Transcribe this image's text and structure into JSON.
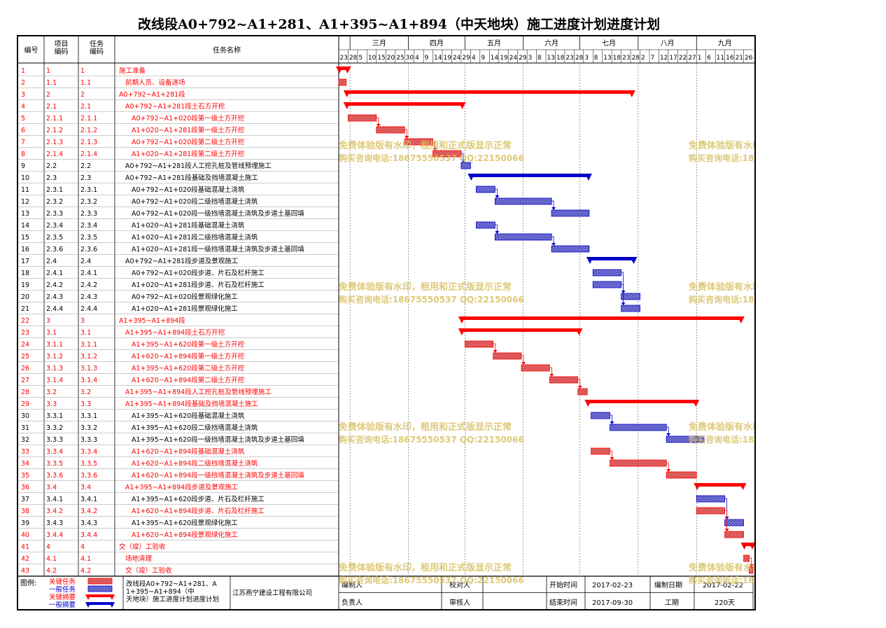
{
  "title": "改线段A0+792~A1+281、A1+395~A1+894（中天地块）施工进度计划进度计划",
  "headers": {
    "id": "编号",
    "code1": "项目编码",
    "code2": "任务编码",
    "name": "任务名称"
  },
  "months": [
    "三月",
    "四月",
    "五月",
    "六月",
    "七月",
    "八月",
    "九月"
  ],
  "day_ticks": [
    "23",
    "28",
    "5",
    "10",
    "15",
    "20",
    "25",
    "30",
    "4",
    "9",
    "14",
    "19",
    "24",
    "29",
    "4",
    "9",
    "14",
    "19",
    "24",
    "29",
    "3",
    "8",
    "13",
    "18",
    "23",
    "28",
    "3",
    "8",
    "13",
    "18",
    "23",
    "28",
    "2",
    "7",
    "12",
    "17",
    "22",
    "27",
    "1",
    "6",
    "11",
    "16",
    "21",
    "26"
  ],
  "legend": {
    "label": "图例:",
    "items": [
      {
        "label": "关键任务",
        "color": "#ff0000"
      },
      {
        "label": "一般任务",
        "color": "#0000cc"
      },
      {
        "label": "关键摘要",
        "color": "#ff0000"
      },
      {
        "label": "一般摘要",
        "color": "#0000cc"
      }
    ]
  },
  "footer": {
    "project_name": "改线段A0+792~A1+281、A1+395~A1+894（中天地块）施工进度计划进度计划",
    "company": "江苏燕宁建设工程有限公司",
    "compiler_label": "编制人",
    "checker_label": "校对人",
    "start_label": "开始时间",
    "start_value": "2017-02-23",
    "date_label": "编制日期",
    "date_value": "2017-02-22",
    "owner_label": "负责人",
    "reviewer_label": "审核人",
    "end_label": "结束时间",
    "end_value": "2017-09-30",
    "duration_label": "工期",
    "duration_value": "220天"
  },
  "watermark": {
    "line1": "免费体验版有水印，租用和正式版显示正常",
    "line2": "购买咨询电话:18675550537 QQ:22150066"
  },
  "colors": {
    "critical": "#ff0000",
    "normal": "#0000cc",
    "critical_fill": "#e06060",
    "normal_fill": "#7070d0",
    "watermark": "#d8c060"
  },
  "chart_data": {
    "type": "gantt",
    "time_axis": {
      "start": "2017-02-23",
      "end": "2017-09-30"
    },
    "tasks": [
      {
        "id": "1",
        "code": "1",
        "code2": "1",
        "name": "施工准备",
        "type": "summary",
        "critical": true,
        "start": "2017-02-23",
        "end": "2017-02-27"
      },
      {
        "id": "2",
        "code": "1.1",
        "code2": "1.1",
        "name": "前期人员、设备进场",
        "type": "task",
        "critical": true,
        "start": "2017-02-23",
        "end": "2017-02-26"
      },
      {
        "id": "3",
        "code": "2",
        "code2": "2",
        "name": "A0+792~A1+281段",
        "type": "summary",
        "critical": true,
        "start": "2017-02-27",
        "end": "2017-07-28"
      },
      {
        "id": "4",
        "code": "2.1",
        "code2": "2.1",
        "name": "A0+792~A1+281段土石方开挖",
        "type": "summary",
        "critical": true,
        "start": "2017-02-27",
        "end": "2017-04-29"
      },
      {
        "id": "5",
        "code": "2.1.1",
        "code2": "2.1.1",
        "name": "A0+792~A1+020段第一级土方开挖",
        "type": "task",
        "critical": true,
        "start": "2017-02-28",
        "end": "2017-03-14"
      },
      {
        "id": "6",
        "code": "2.1.2",
        "code2": "2.1.2",
        "name": "A1+020~A1+281段第一级土方开挖",
        "type": "task",
        "critical": true,
        "start": "2017-03-15",
        "end": "2017-03-29"
      },
      {
        "id": "7",
        "code": "2.1.3",
        "code2": "2.1.3",
        "name": "A0+792~A1+020段第二级土方开挖",
        "type": "task",
        "critical": true,
        "start": "2017-03-30",
        "end": "2017-04-13"
      },
      {
        "id": "8",
        "code": "2.1.4",
        "code2": "2.1.4",
        "name": "A1+020~A1+281段第二级土方开挖",
        "type": "task",
        "critical": true,
        "start": "2017-04-14",
        "end": "2017-04-28"
      },
      {
        "id": "9",
        "code": "2.2",
        "code2": "2.2",
        "name": "A0+792~A1+281段人工挖孔桩及管线预埋施工",
        "type": "task",
        "critical": false,
        "start": "2017-04-29",
        "end": "2017-05-03"
      },
      {
        "id": "10",
        "code": "2.3",
        "code2": "2.3",
        "name": "A0+792~A1+281段基础及挡墙混凝土施工",
        "type": "summary",
        "critical": false,
        "start": "2017-05-04",
        "end": "2017-07-05"
      },
      {
        "id": "11",
        "code": "2.3.1",
        "code2": "2.3.1",
        "name": "A0+792~A1+020段基础混凝土浇筑",
        "type": "task",
        "critical": false,
        "start": "2017-05-07",
        "end": "2017-05-16"
      },
      {
        "id": "12",
        "code": "2.3.2",
        "code2": "2.3.2",
        "name": "A0+792~A1+020段二级挡墙混凝土浇筑",
        "type": "task",
        "critical": false,
        "start": "2017-05-17",
        "end": "2017-06-15"
      },
      {
        "id": "13",
        "code": "2.3.3",
        "code2": "2.3.3",
        "name": "A0+792~A1+020段一级挡墙混凝土浇筑及步道土基回填",
        "type": "task",
        "critical": false,
        "start": "2017-06-16",
        "end": "2017-07-05"
      },
      {
        "id": "14",
        "code": "2.3.4",
        "code2": "2.3.4",
        "name": "A1+020~A1+281段基础混凝土浇筑",
        "type": "task",
        "critical": false,
        "start": "2017-05-07",
        "end": "2017-05-16"
      },
      {
        "id": "15",
        "code": "2.3.5",
        "code2": "2.3.5",
        "name": "A1+020~A1+281段二级挡墙混凝土浇筑",
        "type": "task",
        "critical": false,
        "start": "2017-05-17",
        "end": "2017-06-15"
      },
      {
        "id": "16",
        "code": "2.3.6",
        "code2": "2.3.6",
        "name": "A1+020~A1+281段一级挡墙混凝土浇筑及步道土基回填",
        "type": "task",
        "critical": false,
        "start": "2017-06-16",
        "end": "2017-07-05"
      },
      {
        "id": "17",
        "code": "2.4",
        "code2": "2.4",
        "name": "A0+792~A1+281段步道及景观施工",
        "type": "summary",
        "critical": false,
        "start": "2017-07-06",
        "end": "2017-07-29"
      },
      {
        "id": "18",
        "code": "2.4.1",
        "code2": "2.4.1",
        "name": "A0+792~A1+020段步道、片石及栏杆施工",
        "type": "task",
        "critical": false,
        "start": "2017-07-08",
        "end": "2017-07-22"
      },
      {
        "id": "19",
        "code": "2.4.2",
        "code2": "2.4.2",
        "name": "A1+020~A1+281段步道、片石及栏杆施工",
        "type": "task",
        "critical": false,
        "start": "2017-07-08",
        "end": "2017-07-22"
      },
      {
        "id": "20",
        "code": "2.4.3",
        "code2": "2.4.3",
        "name": "A0+792~A1+020段景观绿化施工",
        "type": "task",
        "critical": false,
        "start": "2017-07-23",
        "end": "2017-08-01"
      },
      {
        "id": "21",
        "code": "2.4.4",
        "code2": "2.4.4",
        "name": "A1+020~A1+281段景观绿化施工",
        "type": "task",
        "critical": false,
        "start": "2017-07-23",
        "end": "2017-08-01"
      },
      {
        "id": "22",
        "code": "3",
        "code2": "3",
        "name": "A1+395~A1+894段",
        "type": "summary",
        "critical": true,
        "start": "2017-04-29",
        "end": "2017-09-24"
      },
      {
        "id": "23",
        "code": "3.1",
        "code2": "3.1",
        "name": "A1+395~A1+894段土石方开挖",
        "type": "summary",
        "critical": true,
        "start": "2017-04-29",
        "end": "2017-06-30"
      },
      {
        "id": "24",
        "code": "3.1.1",
        "code2": "3.1.1",
        "name": "A1+395~A1+620段第一级土方开挖",
        "type": "task",
        "critical": true,
        "start": "2017-05-01",
        "end": "2017-05-15"
      },
      {
        "id": "25",
        "code": "3.1.2",
        "code2": "3.1.2",
        "name": "A1+620~A1+894段第一级土方开挖",
        "type": "task",
        "critical": true,
        "start": "2017-05-16",
        "end": "2017-05-30"
      },
      {
        "id": "26",
        "code": "3.1.3",
        "code2": "3.1.3",
        "name": "A1+395~A1+620段第二级土方开挖",
        "type": "task",
        "critical": true,
        "start": "2017-05-31",
        "end": "2017-06-14"
      },
      {
        "id": "27",
        "code": "3.1.4",
        "code2": "3.1.4",
        "name": "A1+620~A1+894段第二级土方开挖",
        "type": "task",
        "critical": true,
        "start": "2017-06-15",
        "end": "2017-06-29"
      },
      {
        "id": "28",
        "code": "3.2",
        "code2": "3.2",
        "name": "A1+395~A1+894段人工挖孔桩及管线预埋施工",
        "type": "task",
        "critical": true,
        "start": "2017-06-30",
        "end": "2017-07-04"
      },
      {
        "id": "29",
        "code": "3.3",
        "code2": "3.3",
        "name": "A1+395~A1+894段基础及挡墙混凝土施工",
        "type": "summary",
        "critical": true,
        "start": "2017-07-05",
        "end": "2017-08-31"
      },
      {
        "id": "30",
        "code": "3.3.1",
        "code2": "3.3.1",
        "name": "A1+395~A1+620段基础混凝土浇筑",
        "type": "task",
        "critical": false,
        "start": "2017-07-07",
        "end": "2017-07-16"
      },
      {
        "id": "31",
        "code": "3.3.2",
        "code2": "3.3.2",
        "name": "A1+395~A1+620段二级挡墙混凝土浇筑",
        "type": "task",
        "critical": false,
        "start": "2017-07-17",
        "end": "2017-08-15"
      },
      {
        "id": "32",
        "code": "3.3.3",
        "code2": "3.3.3",
        "name": "A1+395~A1+620段一级挡墙混凝土浇筑及步道土基回填",
        "type": "task",
        "critical": false,
        "start": "2017-08-16",
        "end": "2017-09-04"
      },
      {
        "id": "33",
        "code": "3.3.4",
        "code2": "3.3.4",
        "name": "A1+620~A1+894段基础混凝土浇筑",
        "type": "task",
        "critical": true,
        "start": "2017-07-07",
        "end": "2017-07-16"
      },
      {
        "id": "34",
        "code": "3.3.5",
        "code2": "3.3.5",
        "name": "A1+620~A1+894段二级挡墙混凝土浇筑",
        "type": "task",
        "critical": true,
        "start": "2017-07-17",
        "end": "2017-08-15"
      },
      {
        "id": "35",
        "code": "3.3.6",
        "code2": "3.3.6",
        "name": "A1+620~A1+894段一级挡墙混凝土浇筑及步道土基回填",
        "type": "task",
        "critical": true,
        "start": "2017-08-16",
        "end": "2017-08-31"
      },
      {
        "id": "36",
        "code": "3.4",
        "code2": "3.4",
        "name": "A1+395~A1+894段步道及景观施工",
        "type": "summary",
        "critical": true,
        "start": "2017-09-01",
        "end": "2017-09-25"
      },
      {
        "id": "37",
        "code": "3.4.1",
        "code2": "3.4.1",
        "name": "A1+395~A1+620段步道、片石及栏杆施工",
        "type": "task",
        "critical": false,
        "start": "2017-09-01",
        "end": "2017-09-15"
      },
      {
        "id": "38",
        "code": "3.4.2",
        "code2": "3.4.2",
        "name": "A1+620~A1+894段步道、片石及栏杆施工",
        "type": "task",
        "critical": true,
        "start": "2017-09-01",
        "end": "2017-09-15"
      },
      {
        "id": "39",
        "code": "3.4.3",
        "code2": "3.4.3",
        "name": "A1+395~A1+620段景观绿化施工",
        "type": "task",
        "critical": false,
        "start": "2017-09-16",
        "end": "2017-09-25"
      },
      {
        "id": "40",
        "code": "3.4.4",
        "code2": "3.4.4",
        "name": "A1+620~A1+894段景观绿化施工",
        "type": "task",
        "critical": true,
        "start": "2017-09-16",
        "end": "2017-09-25"
      },
      {
        "id": "41",
        "code": "4",
        "code2": "4",
        "name": "交（竣）工验收",
        "type": "summary",
        "critical": true,
        "start": "2017-09-26",
        "end": "2017-09-30"
      },
      {
        "id": "42",
        "code": "4.1",
        "code2": "4.1",
        "name": "场地清理",
        "type": "task",
        "critical": true,
        "start": "2017-09-26",
        "end": "2017-09-28"
      },
      {
        "id": "43",
        "code": "4.2",
        "code2": "4.2",
        "name": "交（竣）工验收",
        "type": "task",
        "critical": true,
        "start": "2017-09-29",
        "end": "2017-09-30"
      }
    ]
  }
}
